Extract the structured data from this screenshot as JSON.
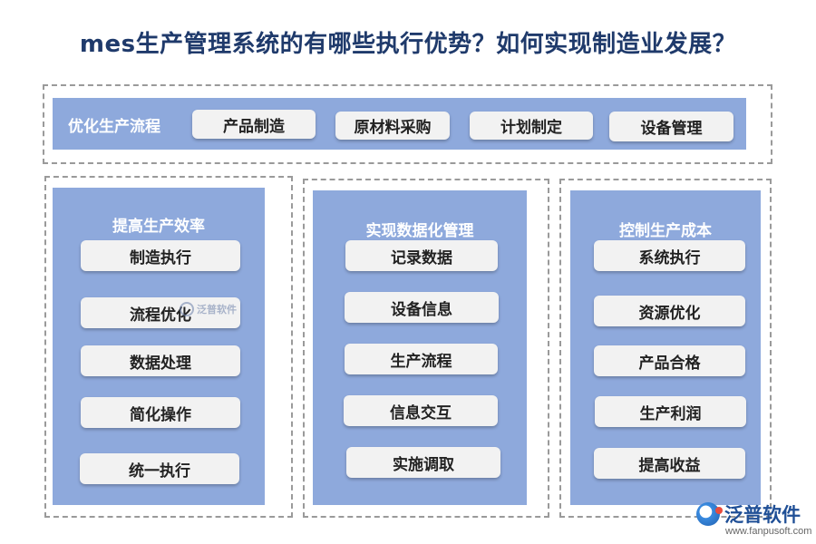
{
  "title": "mes生产管理系统的有哪些执行优势？如何实现制造业发展？",
  "top": {
    "label": "优化生产流程",
    "items": [
      "产品制造",
      "原材料采购",
      "计划制定",
      "设备管理"
    ]
  },
  "columns": [
    {
      "title": "提高生产效率",
      "items": [
        "制造执行",
        "流程优化",
        "数据处理",
        "简化操作",
        "统一执行"
      ]
    },
    {
      "title": "实现数据化管理",
      "items": [
        "记录数据",
        "设备信息",
        "生产流程",
        "信息交互",
        "实施调取"
      ]
    },
    {
      "title": "控制生产成本",
      "items": [
        "系统执行",
        "资源优化",
        "产品合格",
        "生产利润",
        "提高收益"
      ]
    }
  ],
  "watermark": {
    "text": "泛普软件"
  },
  "brand": {
    "name": "泛普软件",
    "url": "www.fanpusoft.com"
  },
  "colors": {
    "panel": "#8ea9dc",
    "chip": "#f2f2f2",
    "title": "#1f3a6b"
  }
}
